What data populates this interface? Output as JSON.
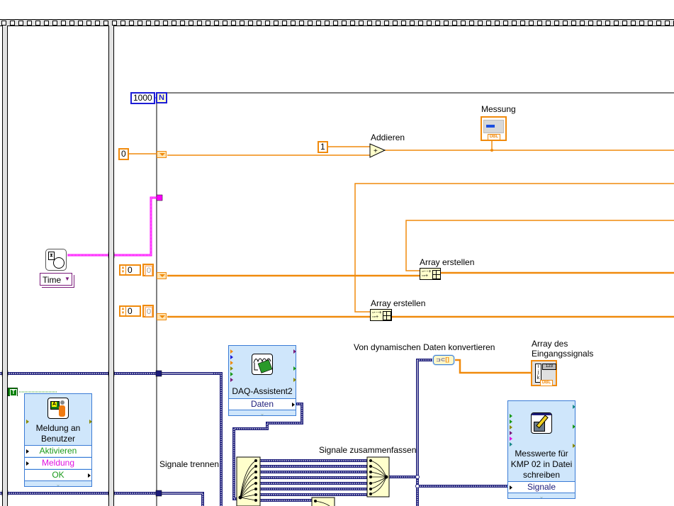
{
  "diagram": {
    "for_loop": {
      "count_constant": "1000",
      "count_terminal": "N"
    },
    "constants": {
      "init_zero": "0",
      "add_one": "1",
      "bool_true": "T"
    },
    "nodes": {
      "add": {
        "label": "Addieren",
        "glyph": "+"
      },
      "measurement_indicator": {
        "label": "Messung",
        "type": "DBL"
      },
      "build_array_1": {
        "label": "Array erstellen"
      },
      "build_array_2": {
        "label": "Array erstellen"
      },
      "time_node": {
        "label": "Time"
      },
      "numeric_control_1": {
        "value": "0",
        "indicator_value": "0"
      },
      "numeric_control_2": {
        "value": "0",
        "indicator_value": "0"
      },
      "user_message": {
        "title_line1": "Meldung an",
        "title_line2": "Benutzer",
        "terminals": [
          "Aktivieren",
          "Meldung",
          "OK"
        ]
      },
      "daq_assistant": {
        "title": "DAQ-Assistent2",
        "terminals": [
          "Daten"
        ]
      },
      "split_signals": {
        "label": "Signale trennen"
      },
      "merge_signals": {
        "label": "Signale zusammenfassen"
      },
      "convert_dynamic": {
        "label": "Von dynamischen Daten konvertieren"
      },
      "input_array": {
        "label_line1": "Array des",
        "label_line2": "Eingangssignals",
        "index_labels": [
          "i",
          "j",
          "k"
        ],
        "value_label": "123",
        "type": "DBL"
      },
      "write_file": {
        "title_line1": "Messwerte für",
        "title_line2": "KMP 02 in Datei",
        "title_line3": "schreiben",
        "terminals": [
          "Signale"
        ]
      }
    },
    "colors": {
      "numeric_wire": "#f08a0c",
      "dynamic_wire": "#1c1c7a",
      "timestamp_wire": "#ff00ff",
      "express_bg": "#cfe6fb",
      "express_border": "#3a7bd5",
      "bool_green": "#008000",
      "terminal_green": "#1a9a1a",
      "terminal_magenta": "#e010e0"
    }
  }
}
